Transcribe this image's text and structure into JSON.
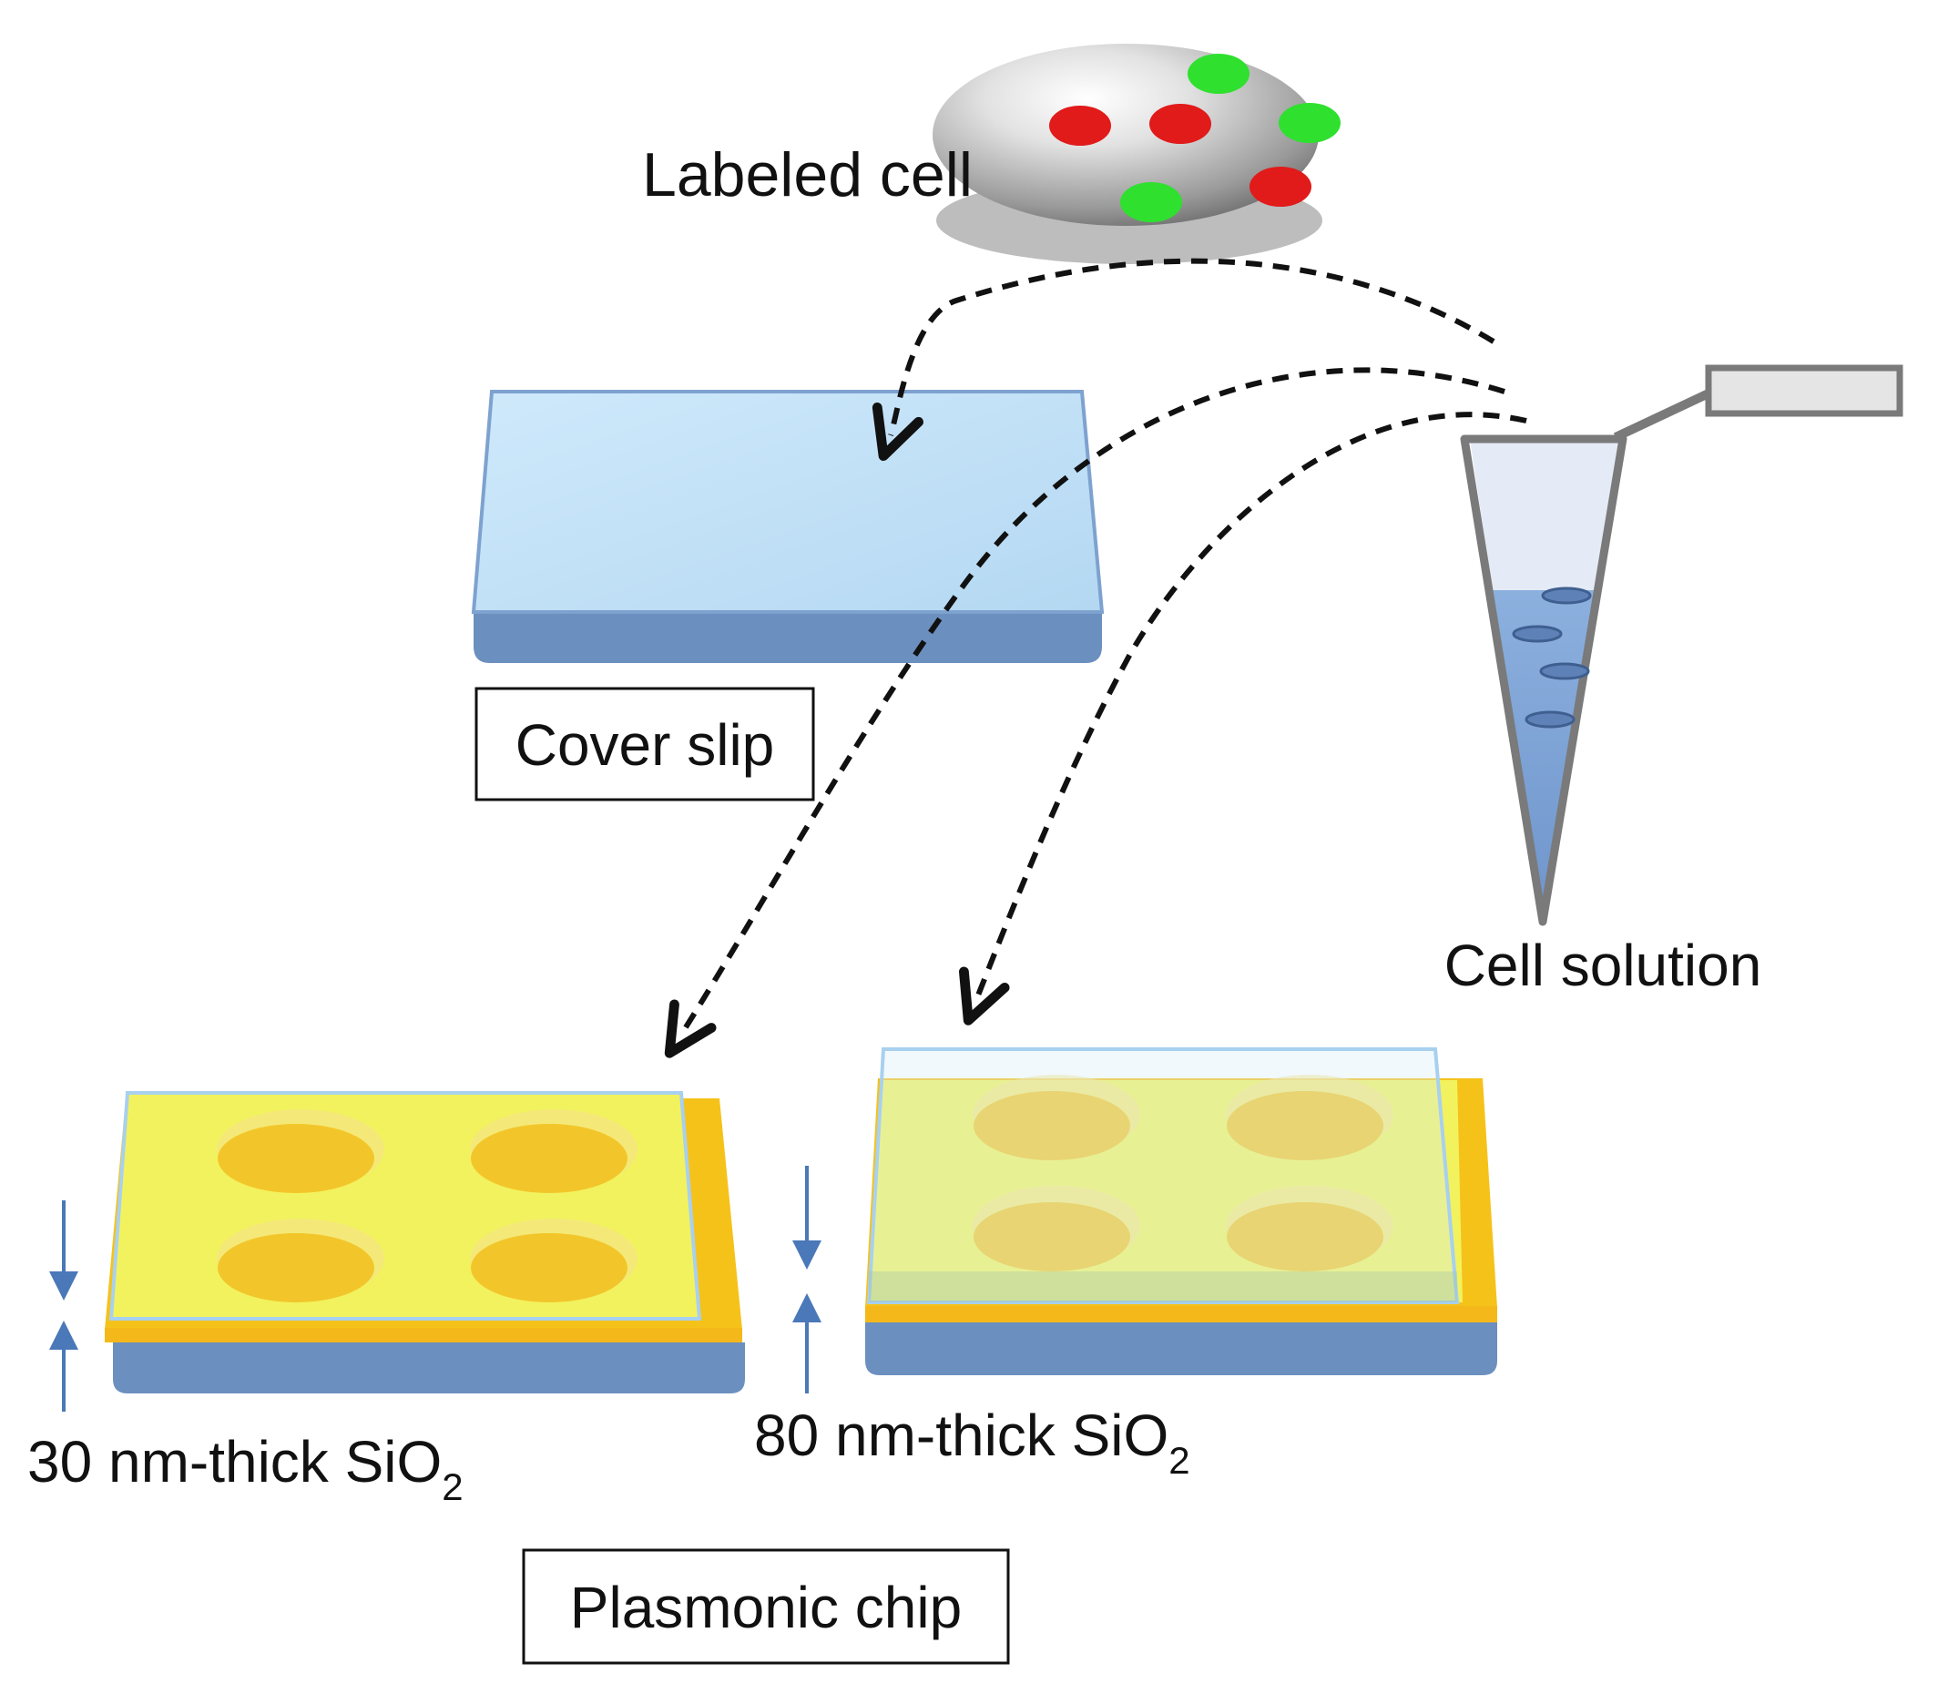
{
  "labels": {
    "labeled_cell": "Labeled cell",
    "cover_slip": "Cover slip",
    "cell_solution": "Cell solution",
    "thin_oxide": {
      "main": "30 nm-thick SiO",
      "sub": "2"
    },
    "thick_oxide": {
      "main": "80 nm-thick SiO",
      "sub": "2"
    },
    "plasmonic_chip": "Plasmonic chip"
  },
  "colors": {
    "cover_slip_top": "#c5e3f8",
    "glass_edge": "#6b8fbf",
    "gold_film": "#f2e85a",
    "gold_well": "#f2c62a",
    "gold_edge": "#f5c21a",
    "fluor_red": "#e11a1a",
    "fluor_green": "#2fe02f",
    "liquid": "#7fa3d6",
    "arrow": "#111111",
    "thickness_arrow": "#4a78b8"
  },
  "icons": {
    "cell": "labeled-cell-disc",
    "tube": "microcentrifuge-tube",
    "arrows": "dashed-curved-arrows"
  }
}
